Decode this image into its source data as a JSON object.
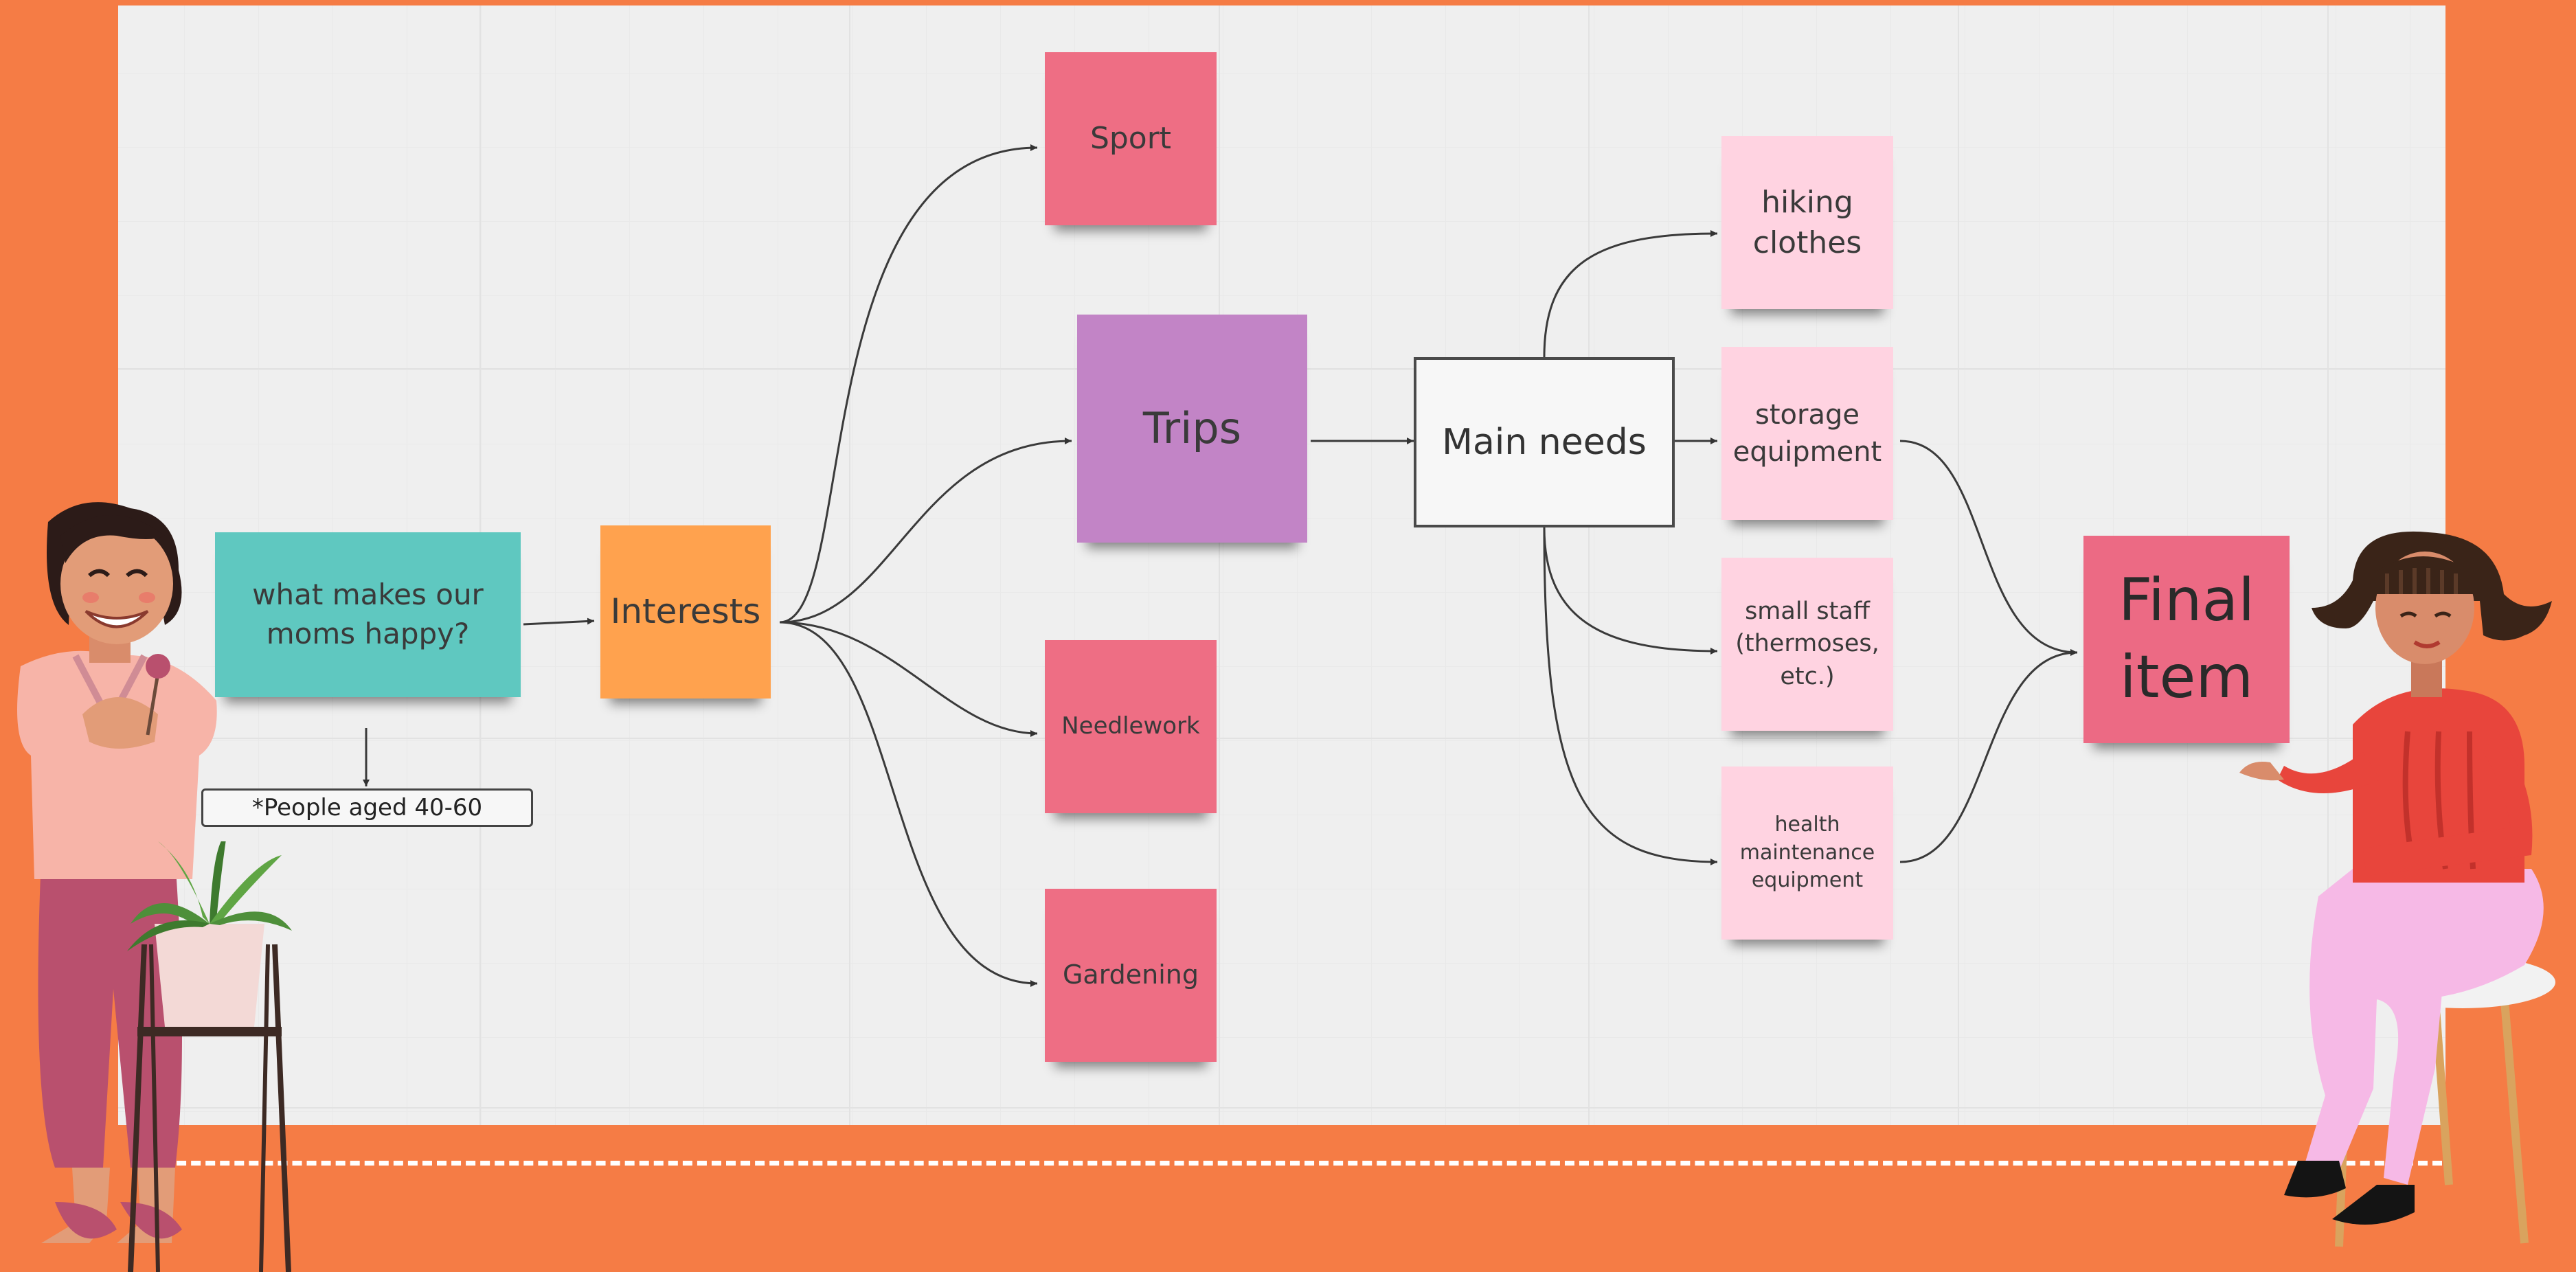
{
  "diagram": {
    "root_note": "what makes our moms happy?",
    "audience_note": "*People aged 40-60",
    "interests_note": "Interests",
    "interest_items": [
      "Sport",
      "Trips",
      "Needlework",
      "Gardening"
    ],
    "main_needs_box": "Main needs",
    "need_items": [
      "hiking clothes",
      "storage equipment",
      "small staff (thermoses, etc.)",
      "health maintenance equipment"
    ],
    "final_note": "Final item"
  },
  "colors": {
    "background": "#F57C45",
    "board": "#EFEFEF",
    "teal_note": "#5FC8C0",
    "orange_note": "#FFA24E",
    "red_note": "#EE6E84",
    "purple_note": "#C284C6",
    "light_pink_note": "#FFD3E1",
    "final_note": "#EC6A84"
  },
  "illustrations": [
    "woman-holding-flower",
    "potted-plant-on-stand",
    "woman-sitting-on-stool"
  ]
}
